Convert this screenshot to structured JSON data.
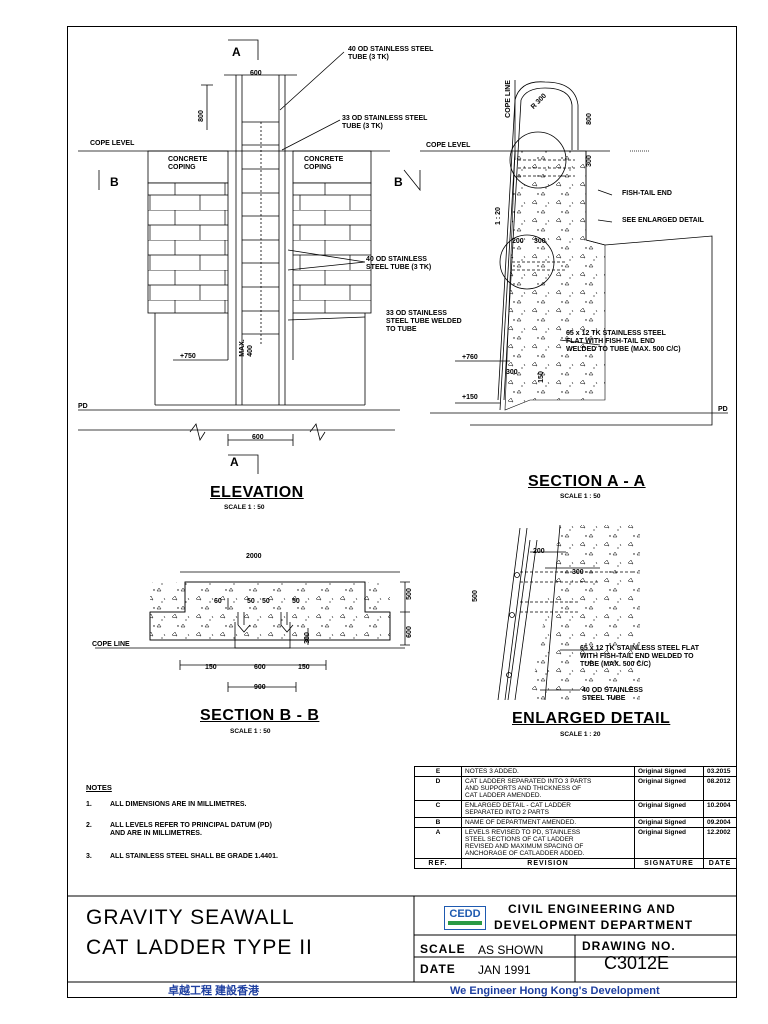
{
  "elevation": {
    "marker_top": "A",
    "marker_bottom": "A",
    "left_marker": "B",
    "right_marker": "B",
    "cope_level": "COPE LEVEL",
    "coping_left": "CONCRETE\nCOPING",
    "coping_right": "CONCRETE\nCOPING",
    "dim_top": "600",
    "dim_bottom": "600",
    "dim_side": "800",
    "label_40od_top": "40 OD STAINLESS STEEL\nTUBE (3 TK)",
    "label_33od": "33 OD STAINLESS STEEL\nTUBE (3 TK)",
    "label_40od_mid": "40 OD STAINLESS\nSTEEL TUBE (3 TK)",
    "label_33od_weld": "33 OD STAINLESS\nSTEEL TUBE WELDED\nTO TUBE",
    "max_400": "MAX.\n400",
    "level_750": "+750",
    "pd": "PD",
    "title": "ELEVATION",
    "scale": "SCALE 1 : 50"
  },
  "section_aa": {
    "cope_line": "COPE LINE",
    "cope_level": "COPE LEVEL",
    "r300": "R 300",
    "dim_800": "800",
    "dim_300": "300",
    "ratio": "1 : 20",
    "fish_tail": "FISH-TAIL END",
    "see_enlarged": "SEE ENLARGED DETAIL",
    "dim_200": "200",
    "dim_300b": "300",
    "flat": "65 x 12 TK STAINLESS STEEL\nFLAT WITH FISH-TAIL END\nWELDED TO TUBE (MAX. 500 C/C)",
    "level_750": "+760",
    "level_150": "+150",
    "dim_300c": "300",
    "dim_150": "150",
    "pd": "PD",
    "title": "SECTION A - A",
    "scale": "SCALE 1 : 50"
  },
  "section_bb": {
    "dim_2000": "2000",
    "dim_50a": "50",
    "dim_50b": "50",
    "dim_60a": "60",
    "dim_60b": "50",
    "dim_500": "500",
    "dim_600v": "600",
    "dim_300v": "300",
    "cope_line": "COPE LINE",
    "dim_150a": "150",
    "dim_600": "600",
    "dim_150b": "150",
    "dim_900": "900",
    "title": "SECTION B - B",
    "scale": "SCALE 1 : 50"
  },
  "enlarged": {
    "dim_200": "200",
    "dim_300": "300",
    "dim_500": "500",
    "flat": "65 x 12 TK STAINLESS STEEL FLAT\nWITH FISH-TAIL END WELDED TO\nTUBE (MAX. 500 C/C)",
    "tube": "40 OD STAINLESS\nSTEEL TUBE",
    "title": "ENLARGED DETAIL",
    "scale": "SCALE 1 : 20"
  },
  "notes": {
    "heading": "NOTES",
    "items": [
      {
        "num": "1.",
        "text": "ALL DIMENSIONS ARE IN MILLIMETRES."
      },
      {
        "num": "2.",
        "text": "ALL LEVELS REFER TO PRINCIPAL DATUM (PD)\nAND ARE IN MILLIMETRES."
      },
      {
        "num": "3.",
        "text": "ALL STAINLESS STEEL SHALL BE GRADE 1.4401."
      }
    ]
  },
  "revisions": {
    "rows": [
      {
        "ref": "E",
        "revision": "NOTES 3 ADDED.",
        "signature": "Original Signed",
        "date": "03.2015"
      },
      {
        "ref": "D",
        "revision": "CAT LADDER SEPARATED INTO 3 PARTS\nAND SUPPORTS AND THICKNESS OF\nCAT LADDER AMENDED.",
        "signature": "Original Signed",
        "date": "08.2012"
      },
      {
        "ref": "C",
        "revision": "ENLARGED DETAIL - CAT LADDER\nSEPARATED INTO 2 PARTS",
        "signature": "Original Signed",
        "date": "10.2004"
      },
      {
        "ref": "B",
        "revision": "NAME OF DEPARTMENT AMENDED.",
        "signature": "Original Signed",
        "date": "09.2004"
      },
      {
        "ref": "A",
        "revision": "LEVELS REVISED TO PD, STAINLESS\nSTEEL SECTIONS OF CAT LADDER\nREVISED AND MAXIMUM SPACING OF\nANCHORAGE OF CATLADDER ADDED.",
        "signature": "Original Signed",
        "date": "12.2002"
      }
    ],
    "header": {
      "ref": "REF.",
      "revision": "REVISION",
      "signature": "SIGNATURE",
      "date": "DATE"
    }
  },
  "title_block": {
    "title_line1": "GRAVITY  SEAWALL",
    "title_line2": "CAT LADDER TYPE II",
    "logo": "CEDD",
    "dept_line1": "CIVIL  ENGINEERING  AND",
    "dept_line2": "DEVELOPMENT  DEPARTMENT",
    "scale_label": "SCALE",
    "scale_value": "AS SHOWN",
    "drawing_no_label": "DRAWING NO.",
    "drawing_no": "C3012E",
    "date_label": "DATE",
    "date_value": "JAN 1991",
    "chinese_slogan": "卓越工程  建設香港",
    "english_slogan": "We Engineer Hong Kong's Development"
  }
}
